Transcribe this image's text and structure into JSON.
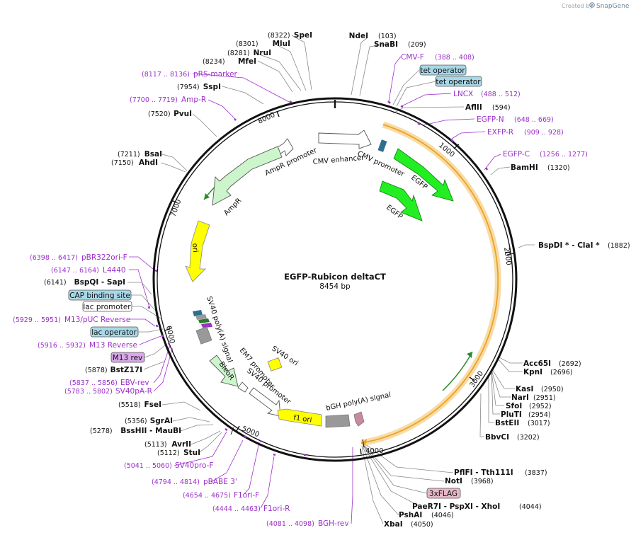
{
  "credit": {
    "prefix": "Created by",
    "brand": "SnapGene"
  },
  "plasmid": {
    "name": "EGFP-Rubicon deltaCT",
    "length_label": "8454 bp",
    "length_bp": 8454
  },
  "ticks": [
    "1000",
    "2000",
    "3000",
    "4000",
    "5000",
    "6000",
    "7000",
    "8000"
  ],
  "sites": [
    {
      "name": "NdeI",
      "pos": "(103)"
    },
    {
      "name": "SnaBI",
      "pos": "(209)"
    },
    {
      "name": "AflII",
      "pos": "(594)"
    },
    {
      "name": "BamHI",
      "pos": "(1320)"
    },
    {
      "name": "BspDI * - ClaI *",
      "pos": "(1882)"
    },
    {
      "name": "Acc65I",
      "pos": "(2692)"
    },
    {
      "name": "KpnI",
      "pos": "(2696)"
    },
    {
      "name": "KasI",
      "pos": "(2950)"
    },
    {
      "name": "NarI",
      "pos": "(2951)"
    },
    {
      "name": "SfoI",
      "pos": "(2952)"
    },
    {
      "name": "PluTI",
      "pos": "(2954)"
    },
    {
      "name": "BstEII",
      "pos": "(3017)"
    },
    {
      "name": "BbvCI",
      "pos": "(3202)"
    },
    {
      "name": "PflFI - Tth111I",
      "pos": "(3837)"
    },
    {
      "name": "NotI",
      "pos": "(3968)"
    },
    {
      "name": "PaeR7I - PspXI - XhoI",
      "pos": "(4044)"
    },
    {
      "name": "PshAI",
      "pos": "(4046)"
    },
    {
      "name": "XbaI",
      "pos": "(4050)"
    },
    {
      "name": "StuI",
      "pos": "(5112)"
    },
    {
      "name": "AvrII",
      "pos": "(5113)"
    },
    {
      "name": "BssHII - MauBI",
      "pos": "(5278)"
    },
    {
      "name": "SgrAI",
      "pos": "(5356)"
    },
    {
      "name": "FseI",
      "pos": "(5518)"
    },
    {
      "name": "BstZ17I",
      "pos": "(5878)"
    },
    {
      "name": "BspQI - SapI",
      "pos": "(6141)"
    },
    {
      "name": "AhdI",
      "pos": "(7150)"
    },
    {
      "name": "BsaI",
      "pos": "(7211)"
    },
    {
      "name": "PvuI",
      "pos": "(7520)"
    },
    {
      "name": "SspI",
      "pos": "(7954)"
    },
    {
      "name": "MfeI",
      "pos": "(8234)"
    },
    {
      "name": "NruI",
      "pos": "(8281)"
    },
    {
      "name": "MluI",
      "pos": "(8301)"
    },
    {
      "name": "SpeI",
      "pos": "(8322)"
    }
  ],
  "primers": [
    {
      "name": "CMV-F",
      "range": "(388 .. 408)"
    },
    {
      "name": "LNCX",
      "range": "(488 .. 512)"
    },
    {
      "name": "EGFP-N",
      "range": "(648 .. 669)"
    },
    {
      "name": "EXFP-R",
      "range": "(909 .. 928)"
    },
    {
      "name": "EGFP-C",
      "range": "(1256 .. 1277)"
    },
    {
      "name": "BGH-rev",
      "range": "(4081 .. 4098)"
    },
    {
      "name": "F1ori-R",
      "range": "(4444 .. 4463)"
    },
    {
      "name": "F1ori-F",
      "range": "(4654 .. 4675)"
    },
    {
      "name": "pBABE 3'",
      "range": "(4794 .. 4814)"
    },
    {
      "name": "SV40pro-F",
      "range": "(5041 .. 5060)"
    },
    {
      "name": "SV40pA-R",
      "range": "(5783 .. 5802)"
    },
    {
      "name": "EBV-rev",
      "range": "(5837 .. 5856)"
    },
    {
      "name": "M13 Reverse",
      "range": "(5916 .. 5932)"
    },
    {
      "name": "M13/pUC Reverse",
      "range": "(5929 .. 5951)"
    },
    {
      "name": "L4440",
      "range": "(6147 .. 6164)"
    },
    {
      "name": "pBR322ori-F",
      "range": "(6398 .. 6417)"
    },
    {
      "name": "Amp-R",
      "range": "(7700 .. 7719)"
    },
    {
      "name": "pRS-marker",
      "range": "(8117 .. 8136)"
    }
  ],
  "boxed_labels": [
    {
      "text": "tet operator"
    },
    {
      "text": "tet operator"
    },
    {
      "text": "3xFLAG"
    },
    {
      "text": "M13 rev"
    },
    {
      "text": "lac operator"
    },
    {
      "text": "lac promoter"
    },
    {
      "text": "CAP binding site"
    }
  ],
  "features": [
    {
      "label": "CMV enhancer"
    },
    {
      "label": "CMV promoter"
    },
    {
      "label": "EGFP"
    },
    {
      "label": "EGFP"
    },
    {
      "label": "AmpR promoter"
    },
    {
      "label": "AmpR"
    },
    {
      "label": "ori"
    },
    {
      "label": "SV40 poly(A) signal"
    },
    {
      "label": "EM7 promoter"
    },
    {
      "label": "BleoR"
    },
    {
      "label": "SV40 promoter"
    },
    {
      "label": "SV40 ori"
    },
    {
      "label": "f1 ori"
    },
    {
      "label": "bGH poly(A) signal"
    }
  ],
  "colors": {
    "backbone": "#111111",
    "primer": "#9b30c8",
    "egfp": "#22ee22",
    "ampr": "#ccf5cc",
    "ori": "#ffff00",
    "orange_arc": "#f0a020",
    "tet_box": "#a8d8e8",
    "flag_box": "#e8b8c8",
    "m13_box": "#d8a8e8"
  }
}
